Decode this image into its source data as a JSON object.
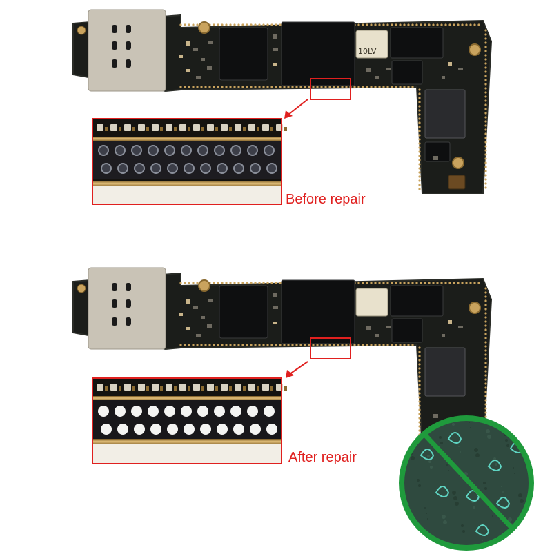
{
  "captions": {
    "before": "Before repair",
    "after": "After repair"
  },
  "chip_marking": "10LV",
  "colors": {
    "background": "#ffffff",
    "board": "#1b1d1a",
    "board_edge": "#2a2c27",
    "pad_gold": "#c9a35e",
    "sim_tray": "#c9c3b6",
    "chip_black": "#0e0f10",
    "highlight_red": "#e0201f",
    "caption_red": "#e0201f",
    "solder_ball_dull": "#8a8f9a",
    "solder_ball_bright": "#f4f4f2",
    "pad_green": "#2f4a3f",
    "circle_border_green": "#1f9a3c",
    "trace_cyan": "#5fd4c2"
  },
  "icons": [
    "pointer-arrow-icon",
    "pointer-arrow-icon"
  ]
}
